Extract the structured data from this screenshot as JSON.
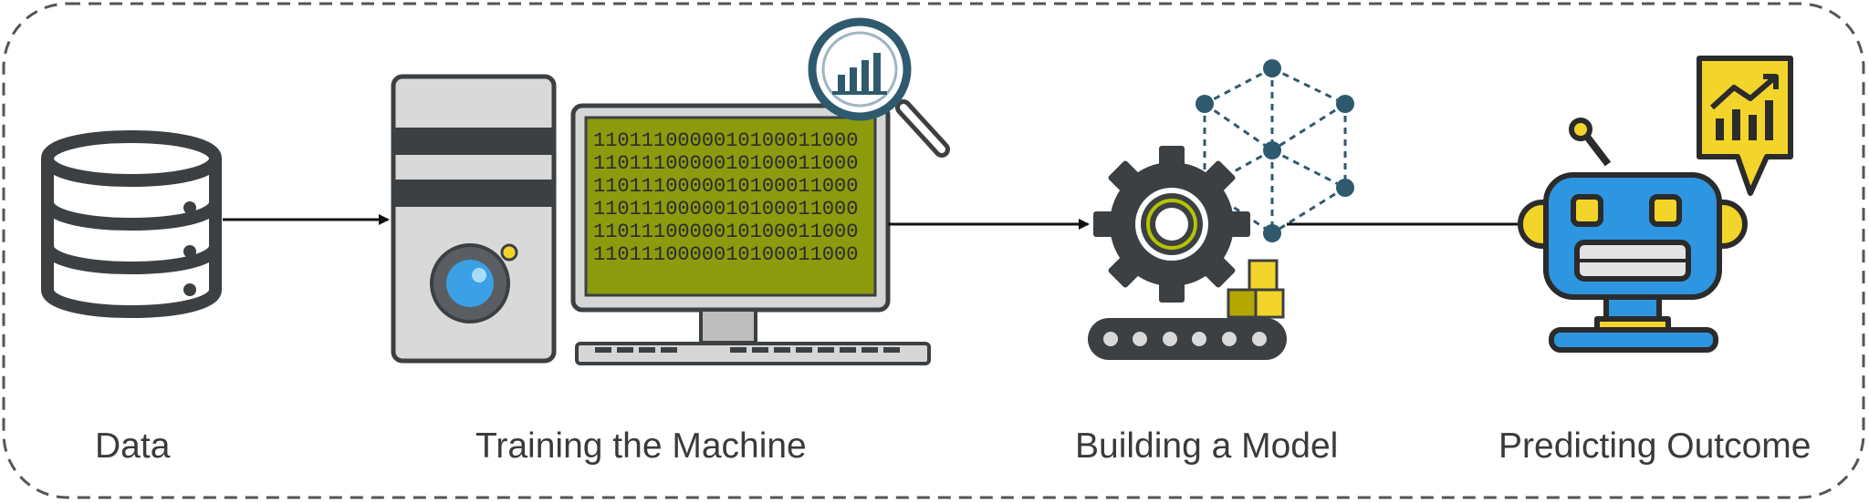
{
  "stages": [
    {
      "label": "Data",
      "icon": "database-icon"
    },
    {
      "label": "Training the Machine",
      "icon": "computer-icon"
    },
    {
      "label": "Building a Model",
      "icon": "gear-conveyor-icon"
    },
    {
      "label": "Predicting Outcome",
      "icon": "robot-icon"
    }
  ],
  "screen_binary": [
    "1101110000010100011000",
    "1101110000010100011000",
    "1101110000010100011000",
    "1101110000010100011000",
    "1101110000010100011000",
    "1101110000010100011000"
  ],
  "colors": {
    "dark": "#3c4043",
    "screen": "#8c9a0e",
    "accent_yellow": "#f3d42a",
    "robot_blue": "#2e96e0",
    "network_node": "#2f5a6e",
    "frame": "#555555"
  }
}
